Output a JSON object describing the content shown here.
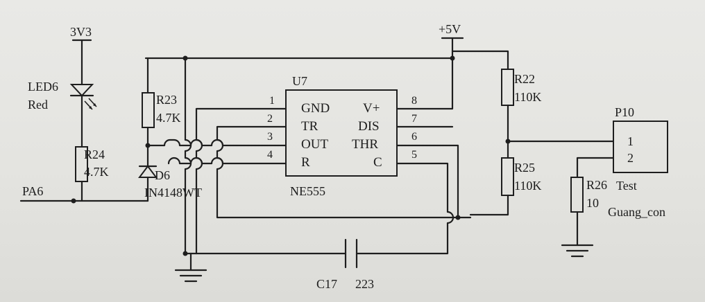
{
  "power": {
    "v33": "3V3",
    "v5": "+5V"
  },
  "led": {
    "ref": "LED6",
    "value": "Red"
  },
  "r23": {
    "ref": "R23",
    "value": "4.7K"
  },
  "r24": {
    "ref": "R24",
    "value": "4.7K"
  },
  "d6": {
    "ref": "D6",
    "value": "IN4148WT"
  },
  "net_pa6": "PA6",
  "u7": {
    "ref": "U7",
    "part": "NE555",
    "left_pins": [
      {
        "num": "1",
        "name": "GND"
      },
      {
        "num": "2",
        "name": "TR"
      },
      {
        "num": "3",
        "name": "OUT"
      },
      {
        "num": "4",
        "name": "R"
      }
    ],
    "right_pins": [
      {
        "num": "8",
        "name": "V+"
      },
      {
        "num": "7",
        "name": "DIS"
      },
      {
        "num": "6",
        "name": "THR"
      },
      {
        "num": "5",
        "name": "C"
      }
    ]
  },
  "r22": {
    "ref": "R22",
    "value": "110K"
  },
  "r25": {
    "ref": "R25",
    "value": "110K"
  },
  "r26": {
    "ref": "R26",
    "value": "10"
  },
  "c17": {
    "ref": "C17",
    "value": "223"
  },
  "p10": {
    "ref": "P10",
    "pin1": "1",
    "pin2": "2",
    "label1": "Test",
    "label2": "Guang_con"
  },
  "top_partial_label": "",
  "bottom_partial_label": ""
}
